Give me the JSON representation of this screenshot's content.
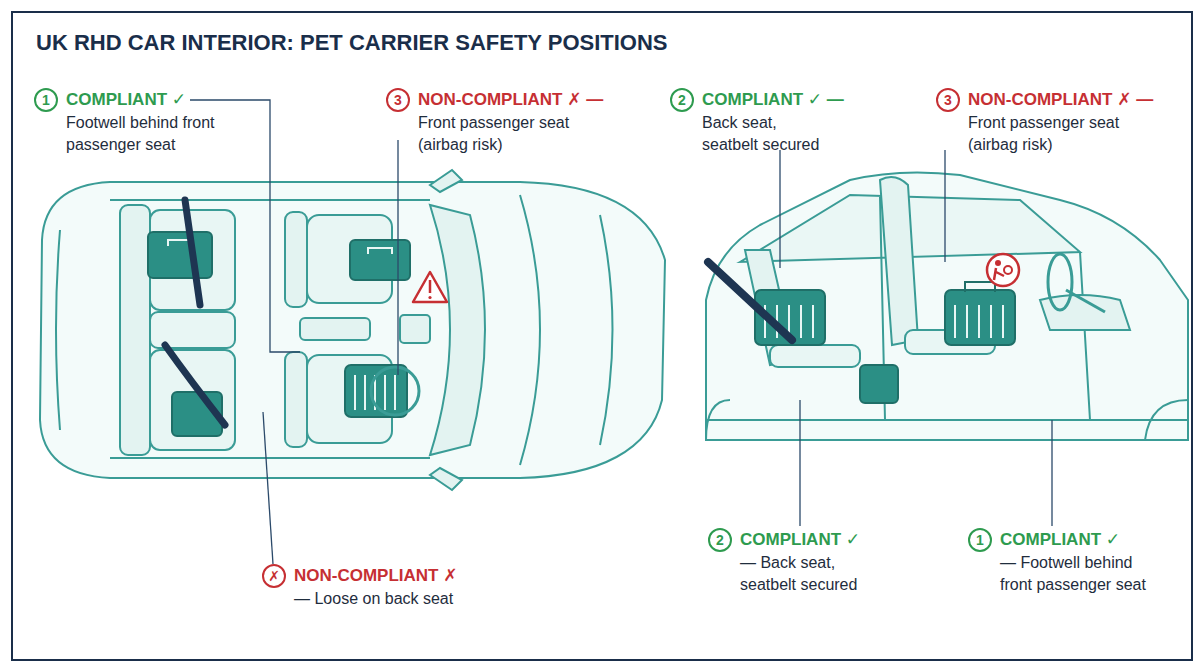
{
  "diagram": {
    "title": "UK RHD CAR INTERIOR: PET CARRIER SAFETY POSITIONS",
    "nodes": [
      {
        "text": [
          "1",
          "COMPLIANT ✓",
          "Footwell behind front passenger seat"
        ]
      },
      {
        "text": [
          "3",
          "NON-COMPLIANT ✗ —",
          "Front passenger seat (airbag risk)"
        ]
      },
      {
        "text": [
          "2",
          "COMPLIANT ✓ —",
          "Back seat, seatbelt secured"
        ]
      },
      {
        "text": [
          "3",
          "NON-COMPLIANT ✗ —",
          "Front passenger seat (airbag risk)"
        ]
      },
      {
        "text": [
          "✗",
          "NON-COMPLIANT ✗",
          "— Loose on back seat"
        ]
      },
      {
        "text": [
          "2",
          "COMPLIANT ✓",
          "— Back seat, seatbelt secured"
        ]
      },
      {
        "text": [
          "1",
          "COMPLIANT ✓",
          "— Footwell behind front passenger seat"
        ]
      }
    ]
  }
}
